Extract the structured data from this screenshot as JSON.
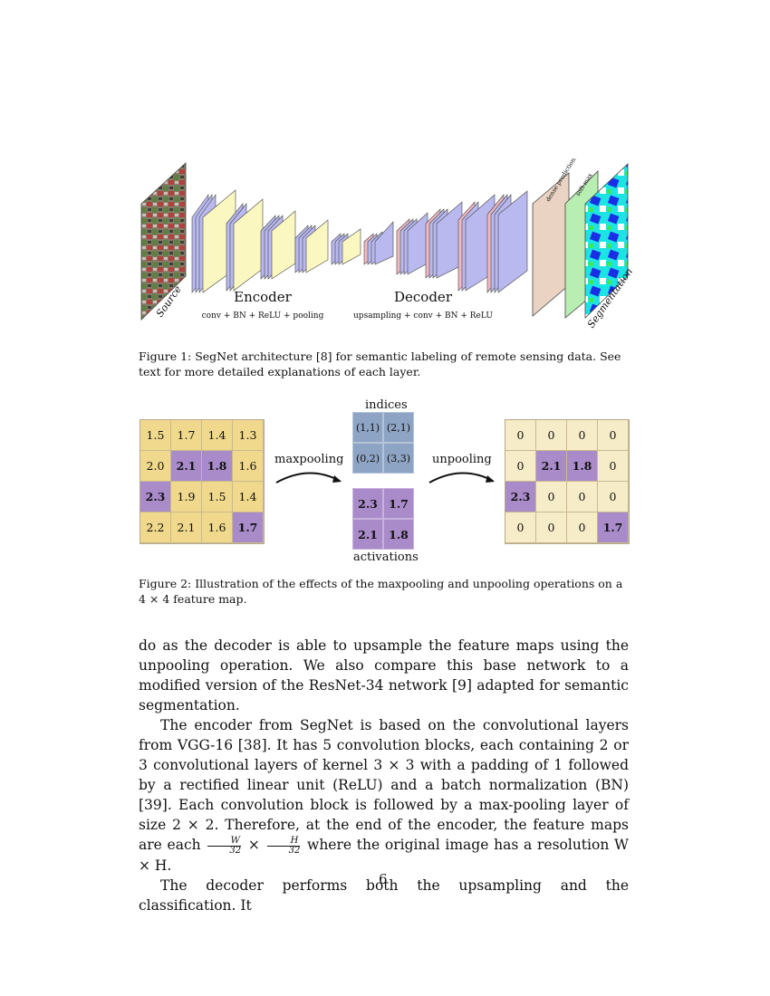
{
  "figure1": {
    "image_label": "Source",
    "output_label": "Segmentation",
    "encoder_title": "Encoder",
    "encoder_sub": "conv + BN + ReLU + pooling",
    "decoder_title": "Decoder",
    "decoder_sub": "upsampling + conv + BN + ReLU",
    "dense_label": "dense predictions",
    "softmax_label": "soft-max",
    "caption": "Figure 1: SegNet architecture [8] for semantic labeling of remote sensing data. See text for more detailed explanations of each layer."
  },
  "figure2": {
    "input_grid": [
      [
        "1.5",
        "1.7",
        "1.4",
        "1.3"
      ],
      [
        "2.0",
        "2.1",
        "1.8",
        "1.6"
      ],
      [
        "2.3",
        "1.9",
        "1.5",
        "1.4"
      ],
      [
        "2.2",
        "2.1",
        "1.6",
        "1.7"
      ]
    ],
    "maxpooling_label": "maxpooling",
    "unpooling_label": "unpooling",
    "indices_label": "indices",
    "indices": [
      [
        "(1,1)",
        "(2,1)"
      ],
      [
        "(0,2)",
        "(3,3)"
      ]
    ],
    "activations_label": "activations",
    "activations": [
      [
        "2.3",
        "1.7"
      ],
      [
        "2.1",
        "1.8"
      ]
    ],
    "output_grid": [
      [
        "0",
        "0",
        "0",
        "0"
      ],
      [
        "0",
        "2.1",
        "1.8",
        "0"
      ],
      [
        "2.3",
        "0",
        "0",
        "0"
      ],
      [
        "0",
        "0",
        "0",
        "1.7"
      ]
    ],
    "highlight_color": "#a98bc9",
    "cell_color_input": "#f0d98c",
    "cell_color_output": "#f7ecc8",
    "indices_color": "#8ea4c4",
    "caption": "Figure 2: Illustration of the effects of the maxpooling and unpooling operations on a 4 × 4 feature map."
  },
  "body": {
    "p1": "do as the decoder is able to upsample the feature maps using the unpooling operation. We also compare this base network to a modified version of the ResNet-34 network [9] adapted for semantic segmentation.",
    "p2a": "The encoder from SegNet is based on the convolutional layers from VGG-16 [38]. It has 5 convolution blocks, each containing 2 or 3 convolutional layers of kernel 3 × 3 with a padding of 1 followed by a rectified linear unit (ReLU) and a batch normalization (BN) [39]. Each convolution block is followed by a max-pooling layer of size 2 × 2. Therefore, at the end of the encoder, the feature maps are each",
    "frac_w_num": "W",
    "frac_w_den": "32",
    "times": "×",
    "frac_h_num": "H",
    "frac_h_den": "32",
    "p2b": "where the original image has a resolution W × H.",
    "p3": "The decoder performs both the upsampling and the classification. It"
  },
  "page_number": "6"
}
